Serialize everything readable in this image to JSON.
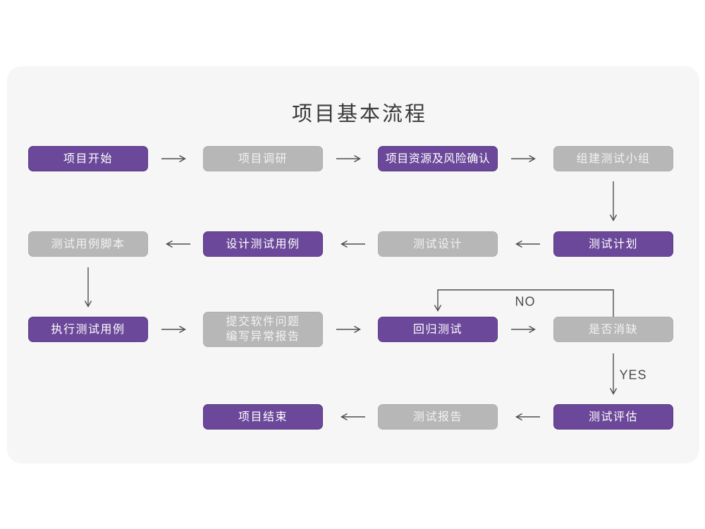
{
  "title": "项目基本流程",
  "colors": {
    "card_background": "#f6f6f7",
    "node_purple": "#6b4899",
    "node_purple_border": "#5a3883",
    "node_gray": "#b7b7b7",
    "node_text": "#ffffff",
    "arrow": "#4d4d4d",
    "title_text": "#3a3a3a"
  },
  "nodes": [
    {
      "id": "project-start",
      "label": "项目开始",
      "variant": "purple"
    },
    {
      "id": "project-research",
      "label": "项目调研",
      "variant": "gray"
    },
    {
      "id": "resource-risk",
      "label": "项目资源及风险确认",
      "variant": "purple"
    },
    {
      "id": "build-test-team",
      "label": "组建测试小组",
      "variant": "gray"
    },
    {
      "id": "test-plan",
      "label": "测试计划",
      "variant": "purple"
    },
    {
      "id": "test-design",
      "label": "测试设计",
      "variant": "gray"
    },
    {
      "id": "design-test-cases",
      "label": "设计测试用例",
      "variant": "purple"
    },
    {
      "id": "test-case-script",
      "label": "测试用例脚本",
      "variant": "gray"
    },
    {
      "id": "execute-test-cases",
      "label": "执行测试用例",
      "variant": "purple"
    },
    {
      "id": "submit-issue-report",
      "label": "提交软件问题 编写异常报告",
      "variant": "gray",
      "lines": [
        "提交软件问题",
        "编写异常报告"
      ]
    },
    {
      "id": "regression-test",
      "label": "回归测试",
      "variant": "purple"
    },
    {
      "id": "defect-resolved",
      "label": "是否消缺",
      "variant": "gray"
    },
    {
      "id": "test-evaluation",
      "label": "测试评估",
      "variant": "purple"
    },
    {
      "id": "test-report",
      "label": "测试报告",
      "variant": "gray"
    },
    {
      "id": "project-end",
      "label": "项目结束",
      "variant": "purple"
    }
  ],
  "edge_labels": {
    "no": "NO",
    "yes": "YES"
  },
  "edges": [
    {
      "from": "project-start",
      "to": "project-research"
    },
    {
      "from": "project-research",
      "to": "resource-risk"
    },
    {
      "from": "resource-risk",
      "to": "build-test-team"
    },
    {
      "from": "build-test-team",
      "to": "test-plan"
    },
    {
      "from": "test-plan",
      "to": "test-design"
    },
    {
      "from": "test-design",
      "to": "design-test-cases"
    },
    {
      "from": "design-test-cases",
      "to": "test-case-script"
    },
    {
      "from": "test-case-script",
      "to": "execute-test-cases"
    },
    {
      "from": "execute-test-cases",
      "to": "submit-issue-report"
    },
    {
      "from": "submit-issue-report",
      "to": "regression-test"
    },
    {
      "from": "regression-test",
      "to": "defect-resolved"
    },
    {
      "from": "defect-resolved",
      "to": "regression-test",
      "label": "NO"
    },
    {
      "from": "defect-resolved",
      "to": "test-evaluation",
      "label": "YES"
    },
    {
      "from": "test-evaluation",
      "to": "test-report"
    },
    {
      "from": "test-report",
      "to": "project-end"
    }
  ]
}
